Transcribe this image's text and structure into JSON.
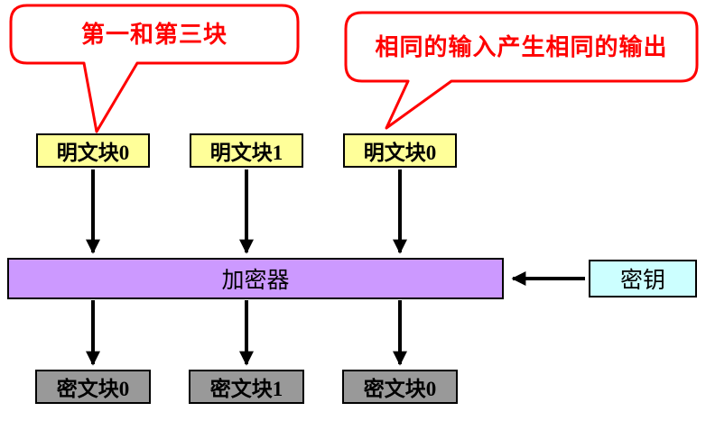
{
  "diagram": {
    "callouts": [
      {
        "text": "第一和第三块"
      },
      {
        "text": "相同的输入产生相同的输出"
      }
    ],
    "plaintext_blocks": [
      "明文块0",
      "明文块1",
      "明文块0"
    ],
    "encryptor_label": "加密器",
    "key_label": "密钥",
    "ciphertext_blocks": [
      "密文块0",
      "密文块1",
      "密文块0"
    ],
    "colors": {
      "callout_stroke": "#FF0000",
      "callout_text": "#FF0000",
      "plaintext_fill": "#FFFF99",
      "encryptor_fill": "#CC99FF",
      "key_fill": "#CCFFFF",
      "ciphertext_fill": "#999999",
      "border": "#000000",
      "arrow": "#000000"
    }
  }
}
